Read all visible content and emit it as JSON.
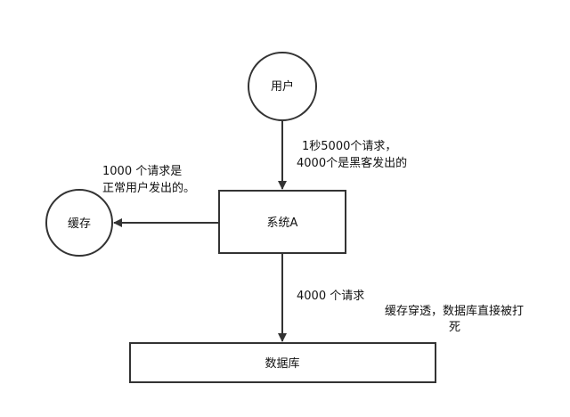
{
  "nodes": {
    "user": {
      "label": "用户"
    },
    "cache": {
      "label": "缓存"
    },
    "system": {
      "label": "系统A"
    },
    "database": {
      "label": "数据库"
    }
  },
  "annotations": {
    "user_requests": [
      "1秒5000个请求，",
      "4000个是黑客发出的"
    ],
    "normal_requests": [
      "1000 个请求是",
      "正常用户发出的。"
    ],
    "db_requests": [
      "4000 个请求"
    ],
    "penetration_note": [
      "缓存穿透，数据库直接被打",
      "死"
    ]
  },
  "colors": {
    "stroke": "#333333",
    "text": "#111111",
    "background": "#ffffff"
  }
}
